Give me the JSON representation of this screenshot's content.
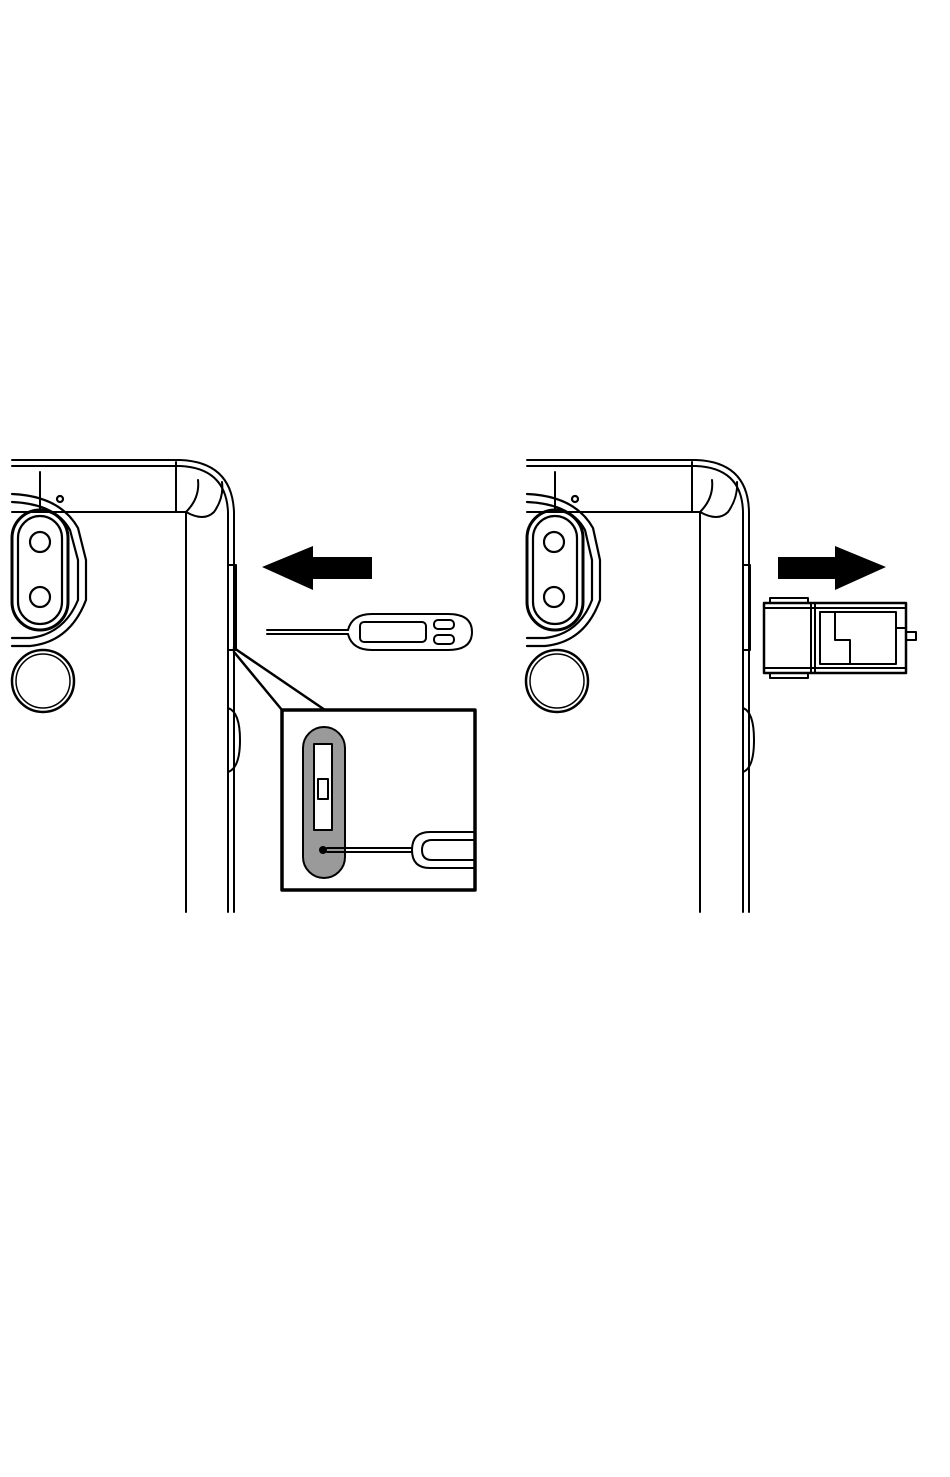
{
  "diagram": {
    "panels": [
      {
        "id": "panel-insert-pin",
        "direction": "left"
      },
      {
        "id": "panel-eject-tray",
        "direction": "right"
      }
    ],
    "colors": {
      "line": "#000000",
      "background": "#ffffff",
      "callout_fill": "#9a9a9a"
    }
  }
}
